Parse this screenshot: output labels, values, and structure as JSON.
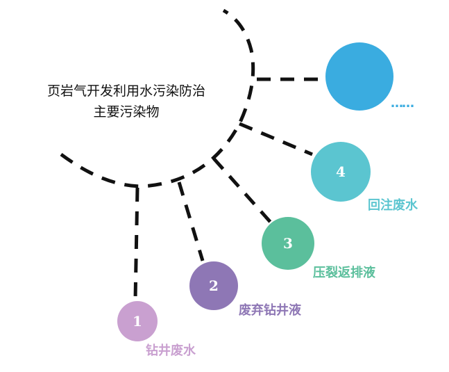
{
  "title": {
    "line1": "页岩气开发利用水污染防治",
    "line2": "主要污染物"
  },
  "nodes": [
    {
      "number": "1",
      "label": "钻井废水",
      "color": "#c9a0d0",
      "label_color": "#c9a0d0"
    },
    {
      "number": "2",
      "label": "废弃钻井液",
      "color": "#8e77b5",
      "label_color": "#8e77b5"
    },
    {
      "number": "3",
      "label": "压裂返排液",
      "color": "#5bbf9c",
      "label_color": "#5bbf9c"
    },
    {
      "number": "4",
      "label": "回注废水",
      "color": "#5bc5d0",
      "label_color": "#5bc5d0"
    },
    {
      "number": "",
      "label": "……",
      "color": "#3aace0",
      "label_color": "#3aace0"
    }
  ],
  "connector_color": "#111111"
}
